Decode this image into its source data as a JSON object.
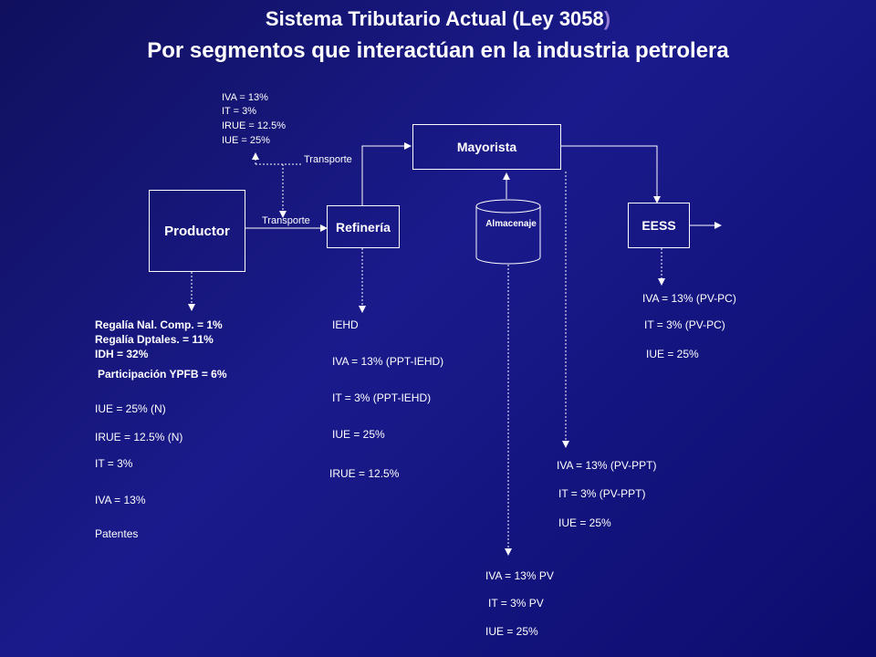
{
  "title": {
    "line1": "Sistema Tributario Actual  (Ley 3058",
    "line1_paren": ")",
    "line2": "Por segmentos que interactúan en la industria petrolera"
  },
  "nodes": {
    "productor": "Productor",
    "refineria": "Refinería",
    "mayorista": "Mayorista",
    "almacenaje": "Almacenaje",
    "eess": "EESS"
  },
  "edge_labels": {
    "transporte_top": "Transporte",
    "transporte_mid": "Transporte"
  },
  "transporte_taxes": [
    "IVA   = 13%",
    "IT       =   3%",
    "IRUE = 12.5%",
    "IUE   = 25%"
  ],
  "productor_taxes": {
    "regalia_nal": "Regalía Nal. Comp. = 1%",
    "regalia_dptales": "Regalía Dptales.      = 11%",
    "idh": "IDH                         = 32%",
    "participacion": "Participación YPFB    =   6%",
    "iue": "IUE     = 25% (N)",
    "irue": "IRUE    = 12.5% (N)",
    "it": "IT  = 3%",
    "iva": "IVA = 13%",
    "patentes": "Patentes"
  },
  "refineria_taxes": {
    "iehd": "IEHD",
    "iva": "IVA = 13% (PPT-IEHD)",
    "it": "IT = 3% (PPT-IEHD)",
    "iue": "IUE = 25%",
    "irue": "IRUE = 12.5%"
  },
  "almacenaje_taxes": {
    "iva": "IVA = 13% PV",
    "it": "IT = 3% PV",
    "iue": "IUE = 25%"
  },
  "mayorista_taxes": {
    "iva": "IVA = 13% (PV-PPT)",
    "it": "IT = 3% (PV-PPT)",
    "iue": "IUE = 25%"
  },
  "eess_taxes": {
    "iva": "IVA = 13% (PV-PC)",
    "it": "IT = 3% (PV-PC)",
    "iue": "IUE = 25%"
  }
}
